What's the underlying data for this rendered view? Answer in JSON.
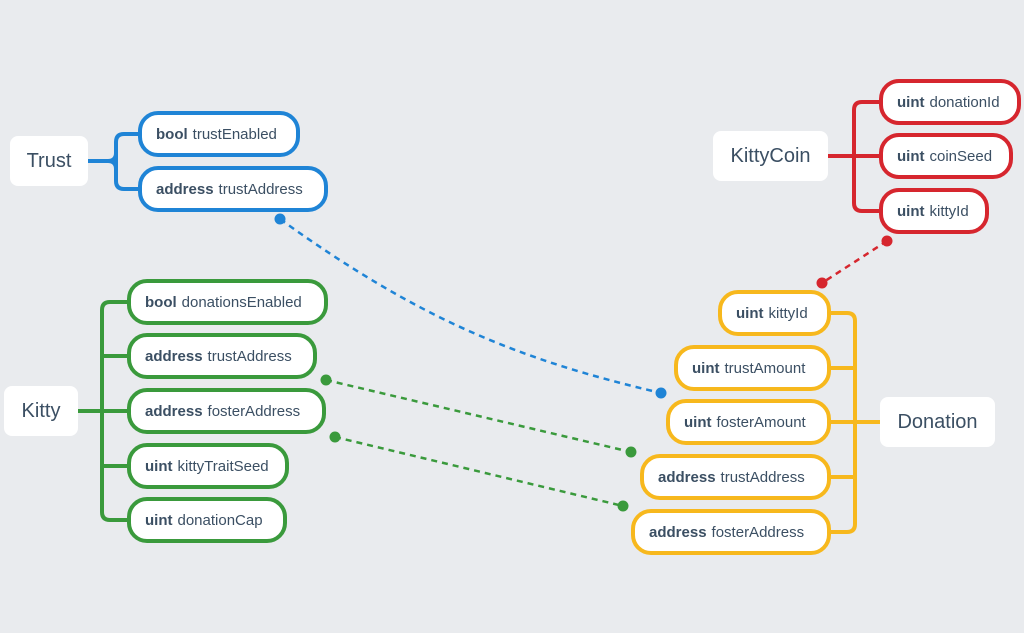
{
  "colors": {
    "trust": "#1f84d6",
    "kitty": "#3a9a3c",
    "kittycoin": "#d6262e",
    "donation": "#f7b81d",
    "background": "#e9ebee"
  },
  "trust": {
    "label": "Trust",
    "fields": [
      {
        "type": "bool",
        "name": "trustEnabled"
      },
      {
        "type": "address",
        "name": "trustAddress"
      }
    ]
  },
  "kitty": {
    "label": "Kitty",
    "fields": [
      {
        "type": "bool",
        "name": "donationsEnabled"
      },
      {
        "type": "address",
        "name": "trustAddress"
      },
      {
        "type": "address",
        "name": "fosterAddress"
      },
      {
        "type": "uint",
        "name": "kittyTraitSeed"
      },
      {
        "type": "uint",
        "name": "donationCap"
      }
    ]
  },
  "kittycoin": {
    "label": "KittyCoin",
    "fields": [
      {
        "type": "uint",
        "name": "donationId"
      },
      {
        "type": "uint",
        "name": "coinSeed"
      },
      {
        "type": "uint",
        "name": "kittyId"
      }
    ]
  },
  "donation": {
    "label": "Donation",
    "fields": [
      {
        "type": "uint",
        "name": "kittyId"
      },
      {
        "type": "uint",
        "name": "trustAmount"
      },
      {
        "type": "uint",
        "name": "fosterAmount"
      },
      {
        "type": "address",
        "name": "trustAddress"
      },
      {
        "type": "address",
        "name": "fosterAddress"
      }
    ]
  }
}
